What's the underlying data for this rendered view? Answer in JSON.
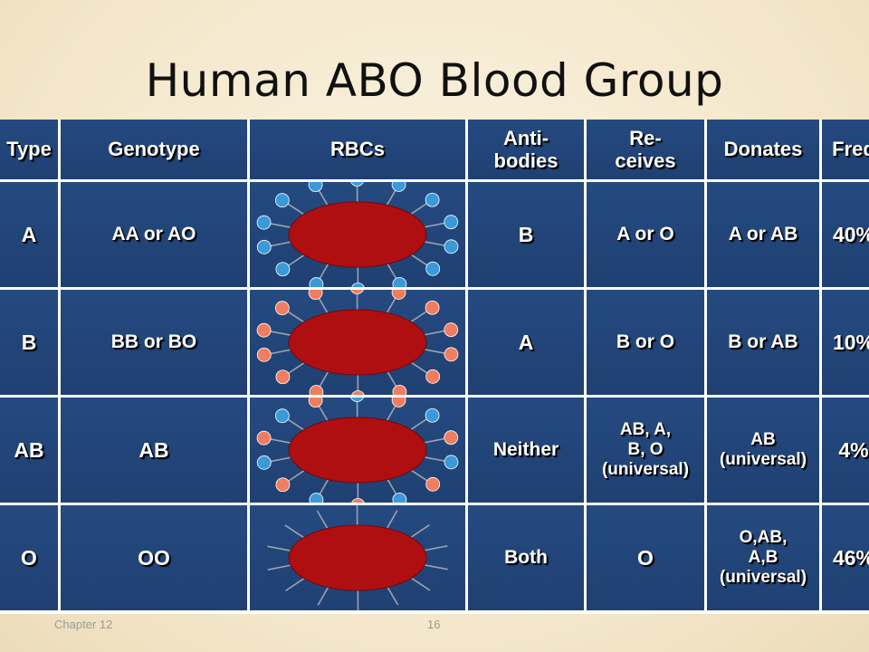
{
  "title": "Human ABO Blood Group",
  "headers": [
    "Type",
    "Genotype",
    "RBCs",
    "Anti-\nbodies",
    "Re-\nceives",
    "Donates",
    "Freq"
  ],
  "rows": [
    {
      "type": "A",
      "genotype": "AA or AO",
      "antigen_shape": "circle",
      "antigen_color": "#3a9ad9",
      "antibodies": "B",
      "receives": "A or O",
      "donates": "A or AB",
      "freq": "40%"
    },
    {
      "type": "B",
      "genotype": "BB or BO",
      "antigen_shape": "circle",
      "antigen_color": "#ef7d5f",
      "antibodies": "A",
      "receives": "B or O",
      "donates": "B or AB",
      "freq": "10%"
    },
    {
      "type": "AB",
      "genotype": "AB",
      "antigen_shape": "mixed",
      "antigen_color": "#3a9ad9 / #ef7d5f",
      "antibodies": "Neither",
      "receives": "AB, A,\nB, O\n(universal)",
      "donates": "AB\n(universal)",
      "freq": "4%"
    },
    {
      "type": "O",
      "genotype": "OO",
      "antigen_shape": "none",
      "antigen_color": "",
      "antibodies": "Both",
      "receives": "O",
      "donates": "O,AB,\nA,B\n(universal)",
      "freq": "46%"
    }
  ],
  "colors": {
    "cell_bg": "#234679",
    "rbc_fill": "#b00f12",
    "antigen_a": "#3a9ad9",
    "antigen_b": "#ef7d5f",
    "background": "#f5e9cf"
  },
  "footer": {
    "chapter": "Chapter 12",
    "page": "16"
  }
}
